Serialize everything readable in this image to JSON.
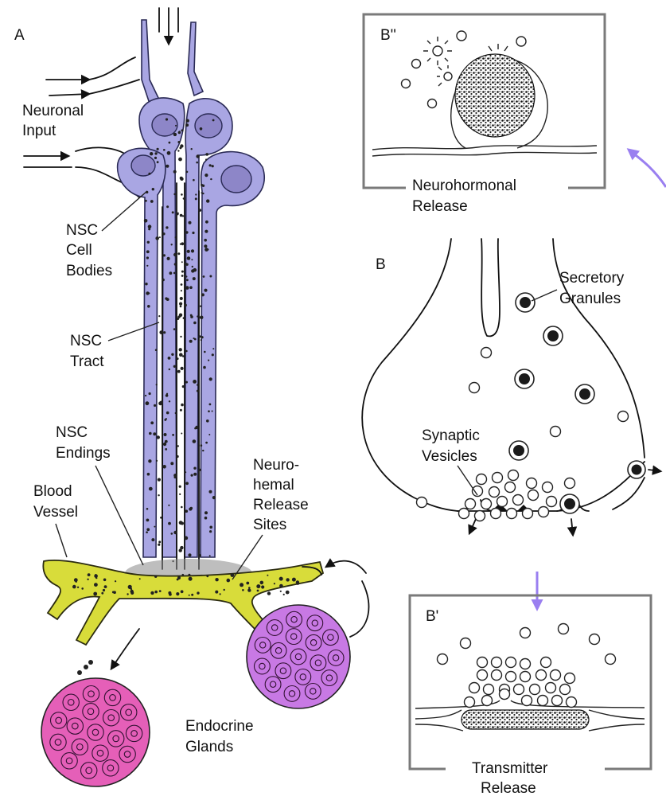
{
  "panels": {
    "a": "A",
    "b": "B",
    "b_prime": "B'",
    "b_double_prime": "B''"
  },
  "labels": {
    "neuronal_input": [
      "Neuronal",
      "Input"
    ],
    "nsc_cell_bodies": [
      "NSC",
      "Cell",
      "Bodies"
    ],
    "nsc_tract": [
      "NSC",
      "Tract"
    ],
    "nsc_endings": [
      "NSC",
      "Endings"
    ],
    "neurohemal_release_sites": [
      "Neuro-",
      "hemal",
      "Release",
      "Sites"
    ],
    "blood_vessel": [
      "Blood",
      "Vessel"
    ],
    "endocrine_glands": [
      "Endocrine",
      "Glands"
    ],
    "secretory_granules": [
      "Secretory",
      "Granules"
    ],
    "synaptic_vesicles": [
      "Synaptic",
      "Vesicles"
    ],
    "neurohormonal_release": [
      "Neurohormonal",
      "Release"
    ],
    "transmitter_release": [
      "Transmitter",
      "Release"
    ]
  },
  "colors": {
    "neuron": "#a9a6e3",
    "vessel": "#d8dc3a",
    "gland_pink": "#e55fb8",
    "gland_violet": "#c879e4",
    "arrow_accent": "#9a7ff0",
    "box": "#7a7a7a"
  }
}
